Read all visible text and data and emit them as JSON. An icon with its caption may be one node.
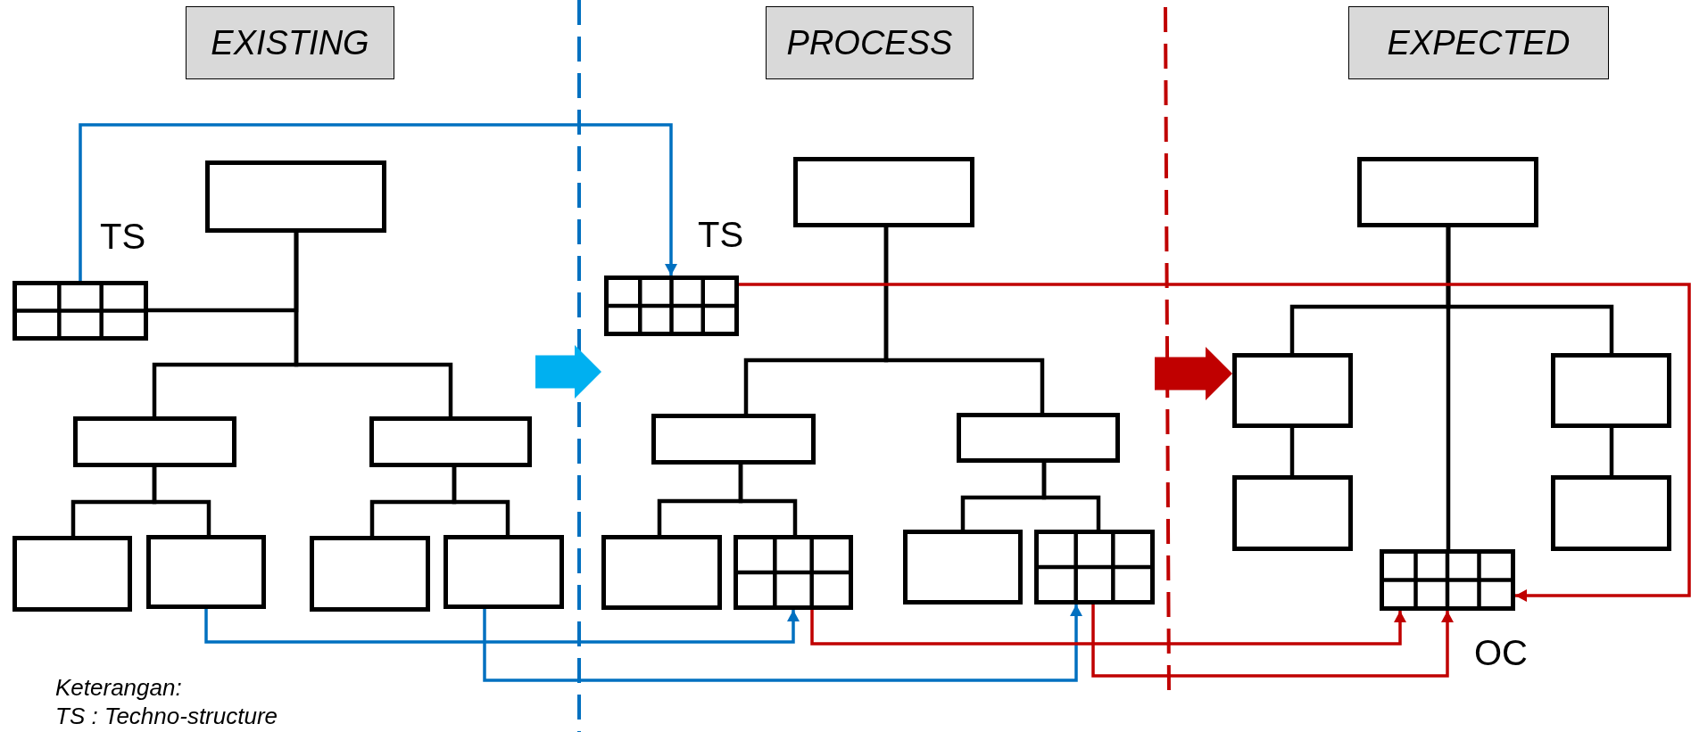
{
  "diagram": {
    "nodes": [
      {
        "text": [
          "EXISTING"
        ]
      },
      {
        "text": [
          "PROCESS"
        ]
      },
      {
        "text": [
          "EXPECTED"
        ]
      },
      {
        "text": [],
        "shape": "group"
      },
      {
        "text": [],
        "shape": "box",
        "in": 3
      },
      {
        "text": [],
        "shape": "grid",
        "beside": [
          "TS"
        ],
        "in": 3
      },
      {
        "text": [],
        "shape": "box",
        "in": 3
      },
      {
        "text": [],
        "shape": "box",
        "in": 3
      },
      {
        "text": [],
        "shape": "box",
        "in": 3
      },
      {
        "text": [],
        "shape": "box",
        "in": 3
      },
      {
        "text": [],
        "shape": "box",
        "in": 3
      },
      {
        "text": [],
        "shape": "box",
        "in": 3
      },
      {
        "text": [],
        "shape": "group"
      },
      {
        "text": [],
        "shape": "box",
        "in": 12
      },
      {
        "text": [],
        "shape": "grid",
        "beside": [
          "TS"
        ],
        "in": 12
      },
      {
        "text": [],
        "shape": "box",
        "in": 12
      },
      {
        "text": [],
        "shape": "box",
        "in": 12
      },
      {
        "text": [],
        "shape": "box",
        "in": 12
      },
      {
        "text": [],
        "shape": "grid",
        "in": 12
      },
      {
        "text": [],
        "shape": "box",
        "in": 12
      },
      {
        "text": [],
        "shape": "grid",
        "in": 12
      },
      {
        "text": [],
        "shape": "group"
      },
      {
        "text": [],
        "shape": "box",
        "in": 21
      },
      {
        "text": [],
        "shape": "box",
        "in": 21
      },
      {
        "text": [],
        "shape": "box",
        "in": 21
      },
      {
        "text": [],
        "shape": "box",
        "in": 21
      },
      {
        "text": [],
        "shape": "box",
        "in": 21
      },
      {
        "text": [],
        "shape": "grid",
        "beside": [
          "OC"
        ],
        "in": 21
      }
    ],
    "edges": [
      {
        "from": 4,
        "to": 5,
        "arrow": "none"
      },
      {
        "from": 4,
        "to": 6,
        "arrow": "none"
      },
      {
        "from": 4,
        "to": 7,
        "arrow": "none"
      },
      {
        "from": 6,
        "to": 8,
        "arrow": "none"
      },
      {
        "from": 6,
        "to": 9,
        "arrow": "none"
      },
      {
        "from": 7,
        "to": 10,
        "arrow": "none"
      },
      {
        "from": 7,
        "to": 11,
        "arrow": "none"
      },
      {
        "from": 13,
        "to": 15,
        "arrow": "none"
      },
      {
        "from": 13,
        "to": 16,
        "arrow": "none"
      },
      {
        "from": 15,
        "to": 17,
        "arrow": "none"
      },
      {
        "from": 15,
        "to": 18,
        "arrow": "none"
      },
      {
        "from": 16,
        "to": 19,
        "arrow": "none"
      },
      {
        "from": 16,
        "to": 20,
        "arrow": "none"
      },
      {
        "from": 22,
        "to": 23,
        "arrow": "none"
      },
      {
        "from": 22,
        "to": 25,
        "arrow": "none"
      },
      {
        "from": 23,
        "to": 24,
        "arrow": "none"
      },
      {
        "from": 25,
        "to": 26,
        "arrow": "none"
      },
      {
        "from": 22,
        "to": 27,
        "arrow": "none"
      },
      {
        "from": 5,
        "to": 14,
        "arrow": "to",
        "color": "#0070c0"
      },
      {
        "from": 9,
        "to": 18,
        "arrow": "to",
        "color": "#0070c0"
      },
      {
        "from": 11,
        "to": 20,
        "arrow": "to",
        "color": "#0070c0"
      },
      {
        "from": 18,
        "to": 27,
        "arrow": "to",
        "color": "#c00000"
      },
      {
        "from": 20,
        "to": 27,
        "arrow": "to",
        "color": "#c00000"
      },
      {
        "from": 14,
        "to": 27,
        "arrow": "to",
        "color": "#c00000"
      },
      {
        "from": 3,
        "to": 12,
        "arrow": "to",
        "style": "thick",
        "color": "#00b0f0"
      },
      {
        "from": 12,
        "to": 21,
        "arrow": "to",
        "style": "thick",
        "color": "#c00000"
      }
    ],
    "labels": [
      "Keterangan:",
      "TS : Techno-structure"
    ]
  }
}
